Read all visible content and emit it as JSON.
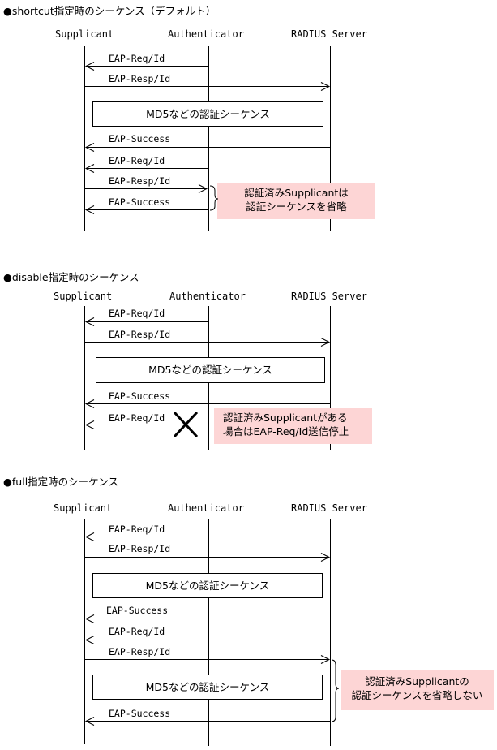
{
  "participants": {
    "supplicant": "Supplicant",
    "authenticator": "Authenticator",
    "radius": "RADIUS Server"
  },
  "sections": [
    {
      "title": "●shortcut指定時のシーケンス（デフォルト）",
      "box_label": "MD5などの認証シーケンス",
      "messages": [
        "EAP-Req/Id",
        "EAP-Resp/Id",
        "EAP-Success",
        "EAP-Req/Id",
        "EAP-Resp/Id",
        "EAP-Success"
      ],
      "note": [
        "認証済みSupplicantは",
        "認証シーケンスを省略"
      ]
    },
    {
      "title": "●disable指定時のシーケンス",
      "box_label": "MD5などの認証シーケンス",
      "messages": [
        "EAP-Req/Id",
        "EAP-Resp/Id",
        "EAP-Success",
        "EAP-Req/Id"
      ],
      "note": [
        "認証済みSupplicantがある",
        "場合はEAP-Req/Id送信停止"
      ]
    },
    {
      "title": "●full指定時のシーケンス",
      "box_label": "MD5などの認証シーケンス",
      "box_label_2": "MD5などの認証シーケンス",
      "messages": [
        "EAP-Req/Id",
        "EAP-Resp/Id",
        "EAP-Success",
        "EAP-Req/Id",
        "EAP-Resp/Id",
        "EAP-Success"
      ],
      "note": [
        "認証済みSupplicantの",
        "認証シーケンスを省略しない"
      ]
    }
  ],
  "colors": {
    "note_background": "#fdd5d5",
    "line": "#000000"
  }
}
